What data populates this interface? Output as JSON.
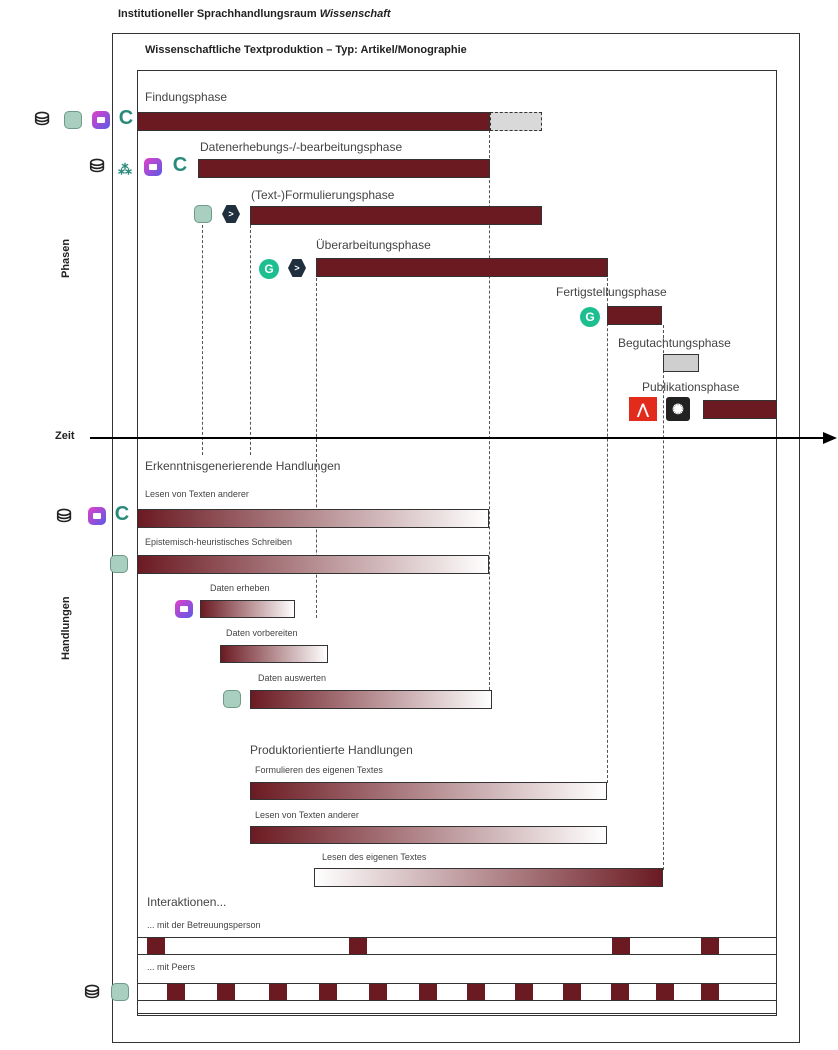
{
  "outer_title_main": "Institutioneller Sprachhandlungsraum ",
  "outer_title_em": "Wissenschaft",
  "inner_title": "Wissenschaftliche Textproduktion – Typ: Artikel/Monographie",
  "labels": {
    "phasen": "Phasen",
    "handlungen": "Handlungen",
    "zeit": "Zeit"
  },
  "phases": [
    "Findungsphase",
    "Datenerhebungs-/-bearbeitungsphase",
    "(Text-)Formulierungsphase",
    "Überarbeitungsphase",
    "Fertigstellungsphase",
    "Begutachtungsphase",
    "Publikationsphase"
  ],
  "sections": {
    "erkenntnis": "Erkenntnisgenerierende Handlungen",
    "produkt": "Produktorientierte Handlungen",
    "interaktion": "Interaktionen...",
    "betreuung": "... mit der Betreuungsperson",
    "peers": "... mit Peers"
  },
  "activities": [
    "Lesen von Texten anderer",
    "Epistemisch-heuristisches Schreiben",
    "Daten erheben",
    "Daten vorbereiten",
    "Daten auswerten",
    "Formulieren des eigenen Textes",
    "Lesen von Texten anderer",
    "Lesen des eigenen Textes"
  ],
  "icons": {
    "stack": "stack-icon",
    "mint": "tool-square-icon",
    "purple": "chat-app-icon",
    "c_logo": "c-logo-icon",
    "g_logo": "grammar-g-icon",
    "hex": "deepl-hex-icon",
    "acrobat": "acrobat-icon",
    "openai": "openai-icon",
    "node": "network-node-icon"
  },
  "colors": {
    "bar": "#6b1a22",
    "review": "#cfcfcf"
  }
}
